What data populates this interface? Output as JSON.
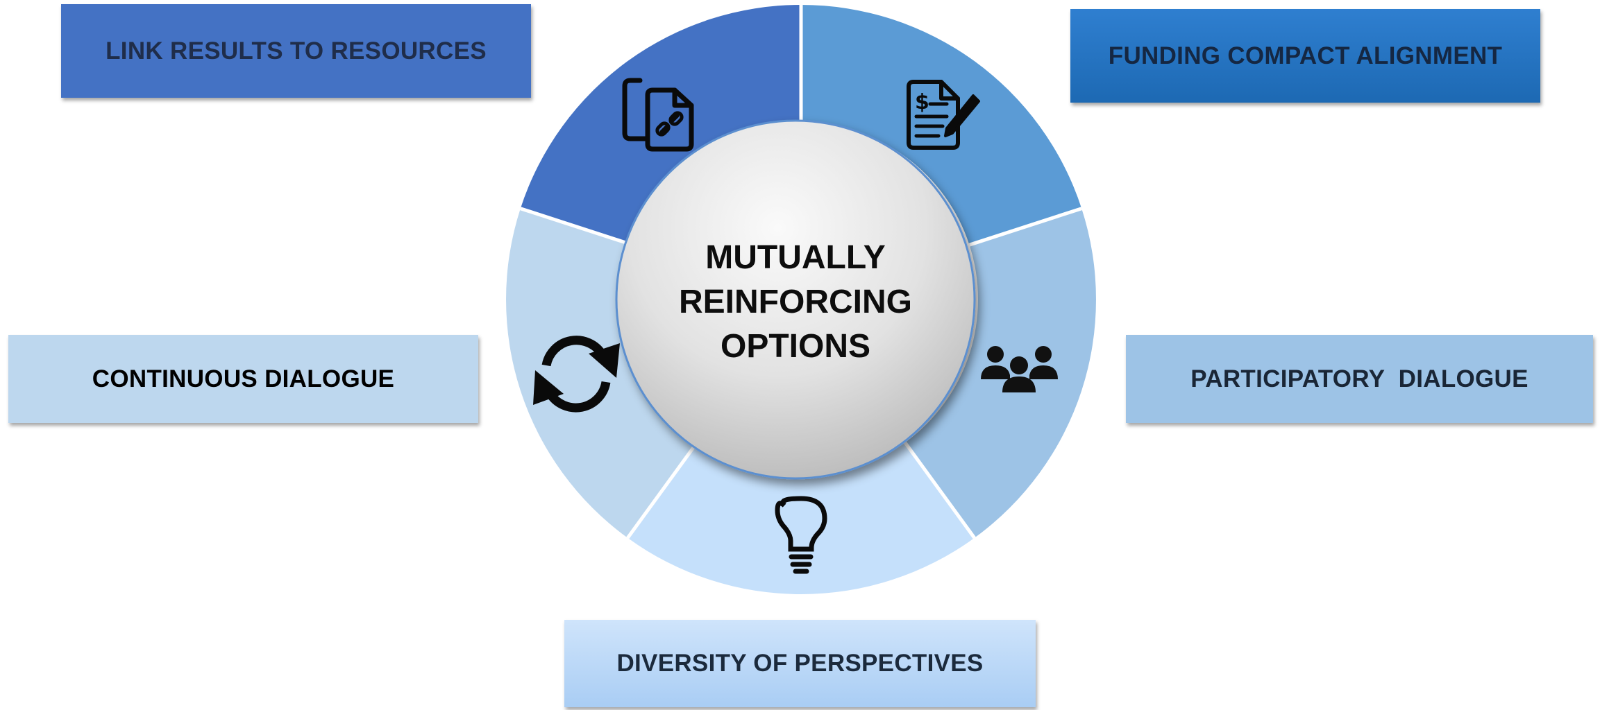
{
  "center": {
    "lines": [
      "MUTUALLY",
      "REINFORCING",
      "OPTIONS"
    ]
  },
  "segments": [
    {
      "id": "link",
      "label": "LINK RESULTS TO RESOURCES",
      "color": "#4472c4",
      "icon": "linked-documents-icon"
    },
    {
      "id": "funding",
      "label": "FUNDING COMPACT ALIGNMENT",
      "color": "#5b9bd5",
      "icon": "contract-signing-icon"
    },
    {
      "id": "participatory",
      "label": "PARTICIPATORY  DIALOGUE",
      "color": "#9dc3e6",
      "icon": "people-group-icon"
    },
    {
      "id": "diversity",
      "label": "DIVERSITY OF PERSPECTIVES",
      "color": "#c5e0fb",
      "icon": "lightbulb-icon"
    },
    {
      "id": "continuous",
      "label": "CONTINUOUS DIALOGUE",
      "color": "#bdd7ee",
      "icon": "refresh-cycle-icon"
    }
  ]
}
